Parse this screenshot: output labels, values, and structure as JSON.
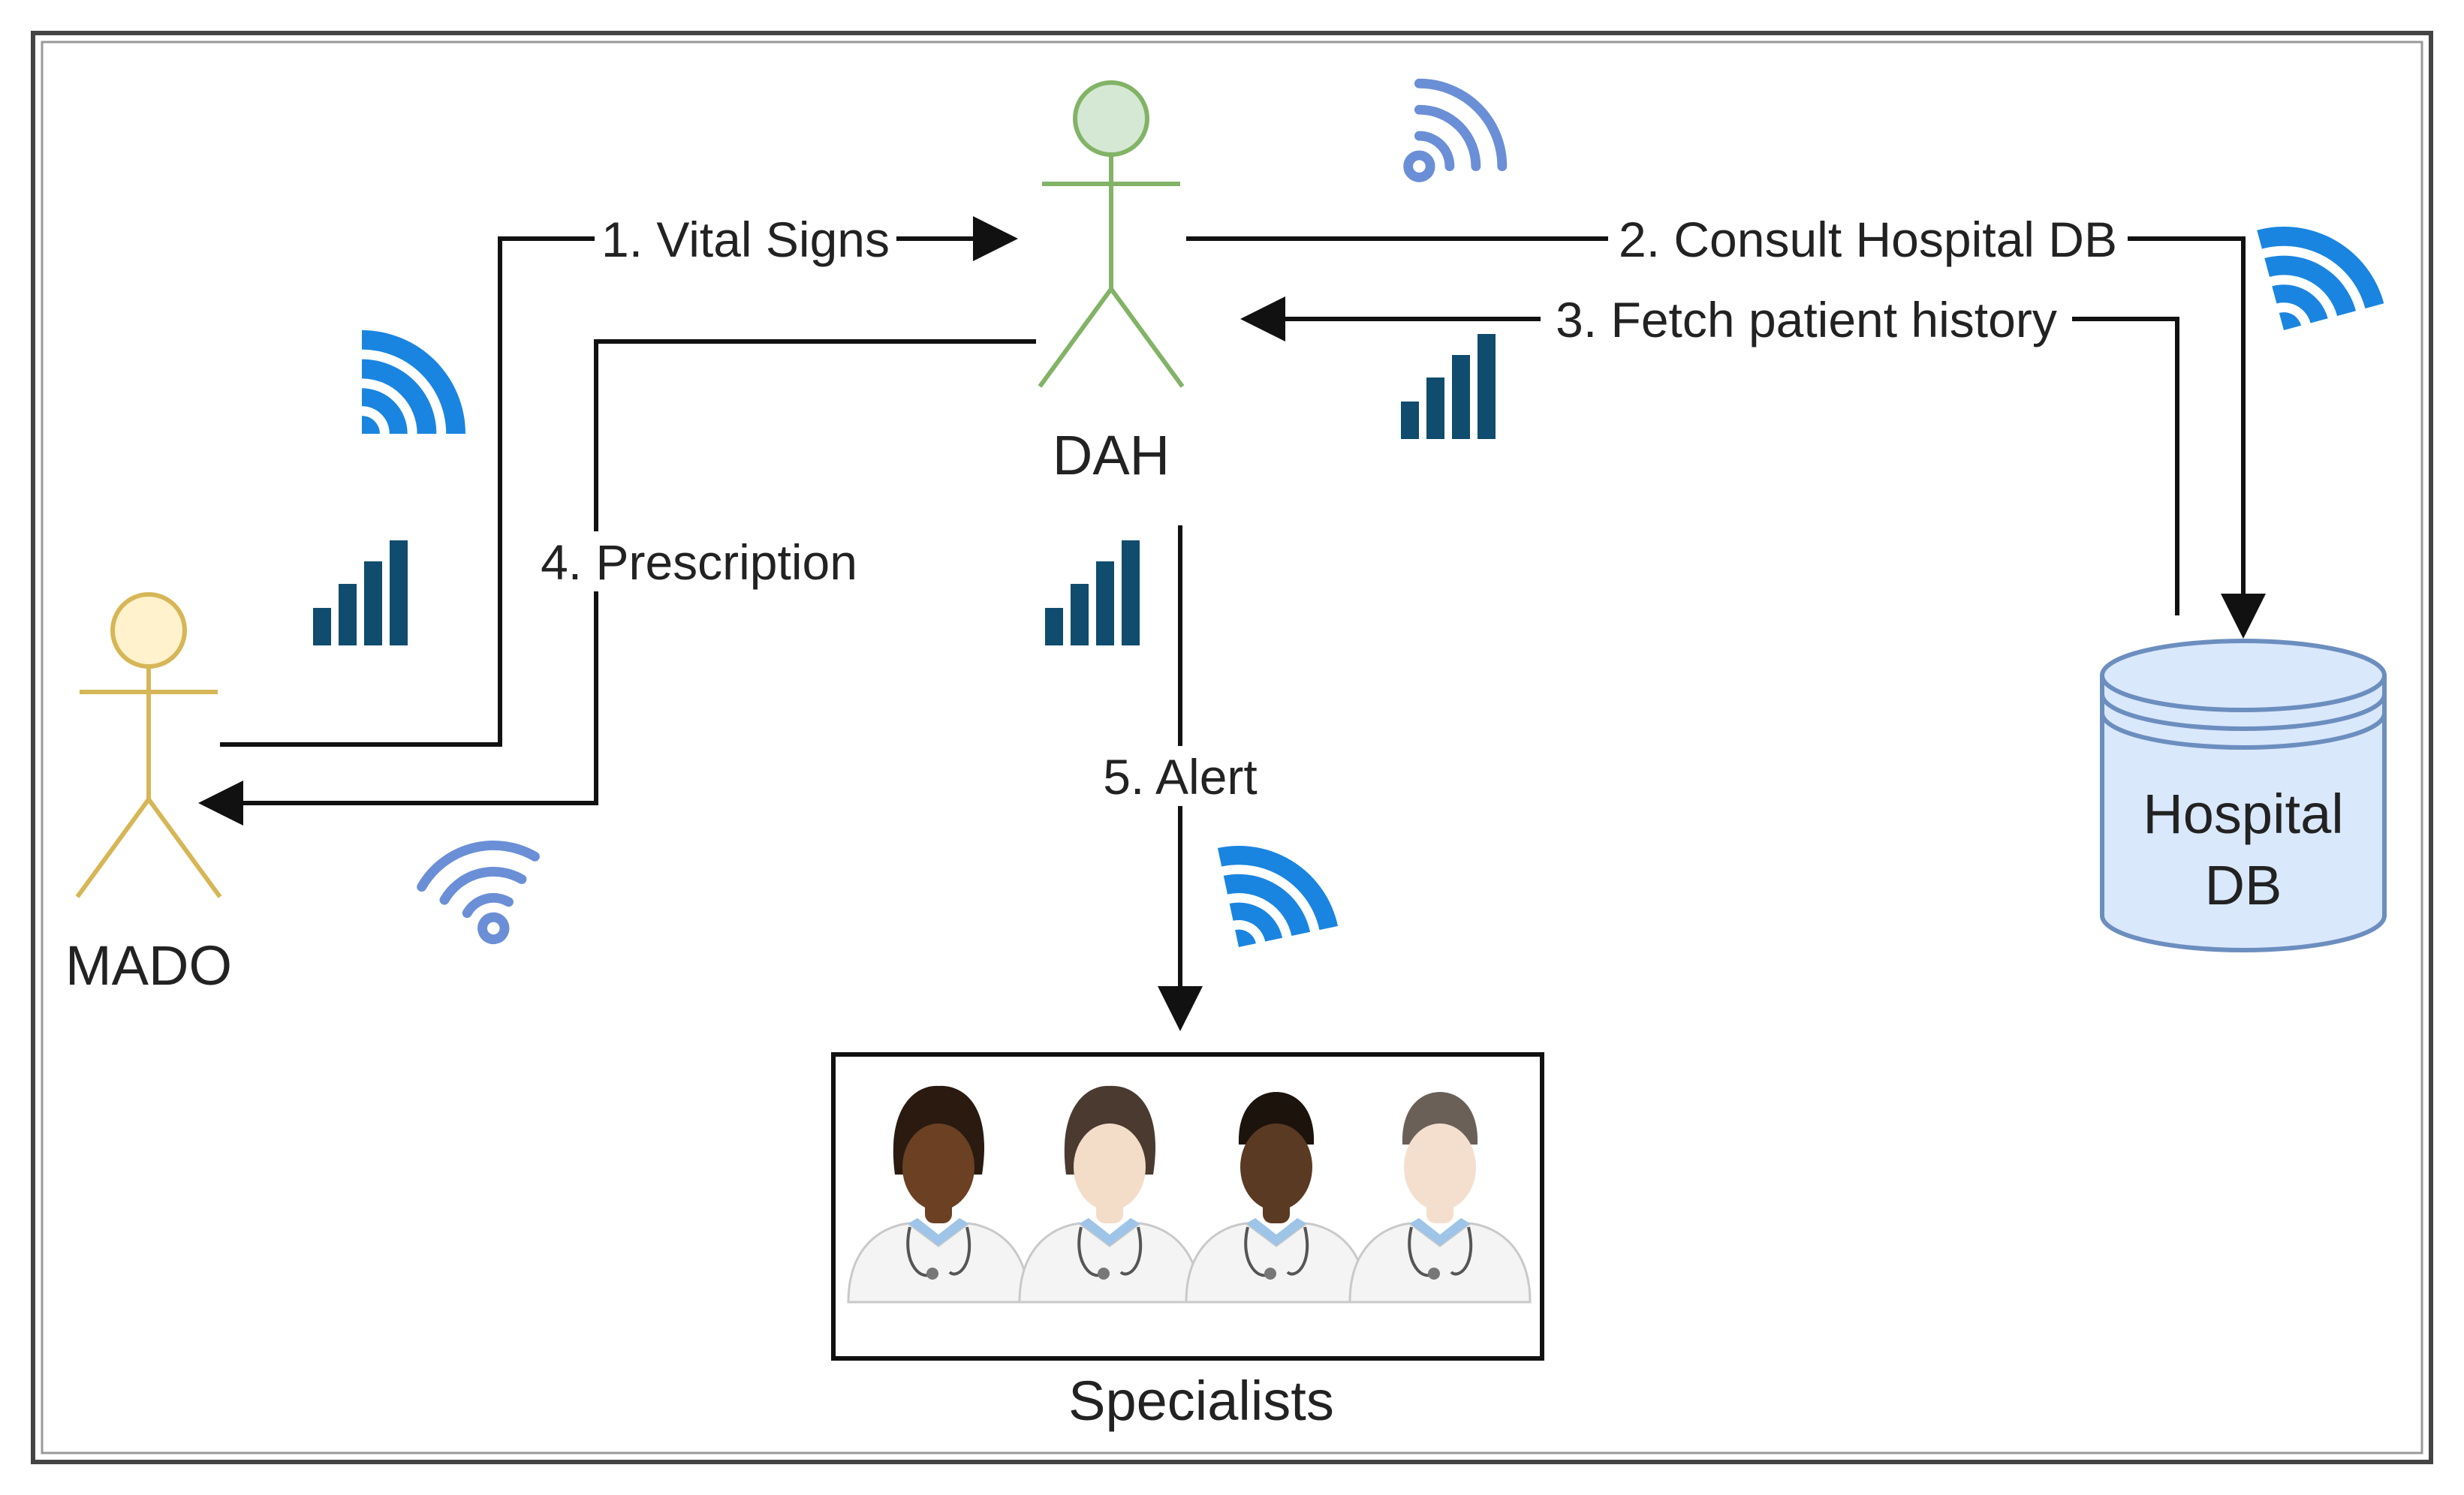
{
  "actors": {
    "dah": {
      "label": "DAH",
      "color": "#82b366",
      "fill": "#d5e8d4"
    },
    "mado": {
      "label": "MADO",
      "color": "#d6b656",
      "fill": "#fff2cc"
    }
  },
  "database": {
    "line1": "Hospital",
    "line2": "DB",
    "stroke": "#6c8ebf",
    "fill": "#dae8fc"
  },
  "specialists": {
    "label": "Specialists",
    "count": 4
  },
  "flows": {
    "vital_signs": "1. Vital Signs",
    "consult_db": "2. Consult Hospital DB",
    "fetch_history": "3. Fetch patient history",
    "prescription": "4. Prescription",
    "alert": "5. Alert"
  },
  "icons": {
    "wifi_dark_color": "#1a85e0",
    "wifi_light_color": "#6b8fd6",
    "signal_color": "#0f4c6e"
  }
}
